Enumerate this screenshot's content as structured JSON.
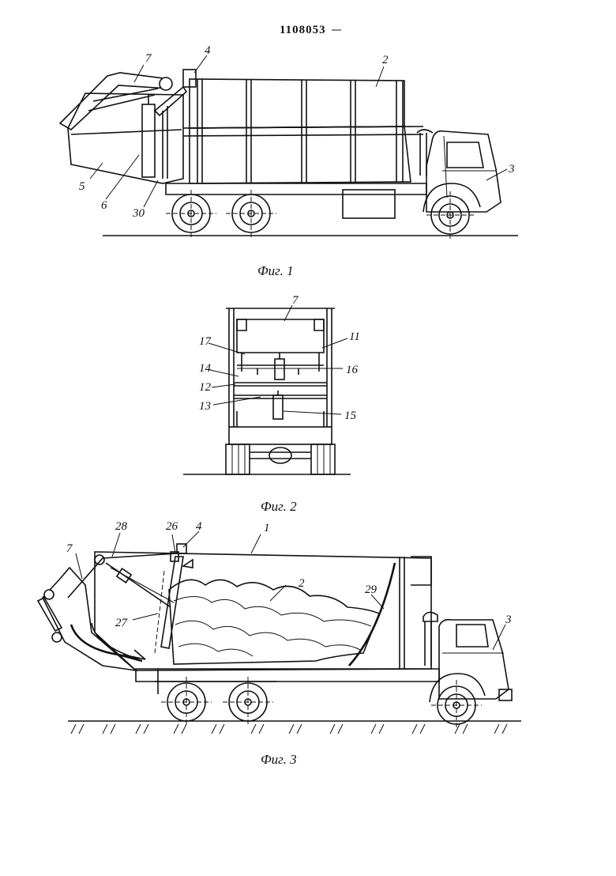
{
  "patent_number": "1108053",
  "figures": [
    {
      "caption": "Фиг. 1",
      "labels": [
        "7",
        "4",
        "2",
        "3",
        "5",
        "6",
        "30"
      ]
    },
    {
      "caption": "Фиг. 2",
      "labels": [
        "7",
        "17",
        "11",
        "14",
        "16",
        "12",
        "13",
        "15"
      ]
    },
    {
      "caption": "Фиг. 3",
      "labels": [
        "28",
        "26",
        "4",
        "1",
        "7",
        "2",
        "29",
        "3",
        "27"
      ]
    }
  ]
}
